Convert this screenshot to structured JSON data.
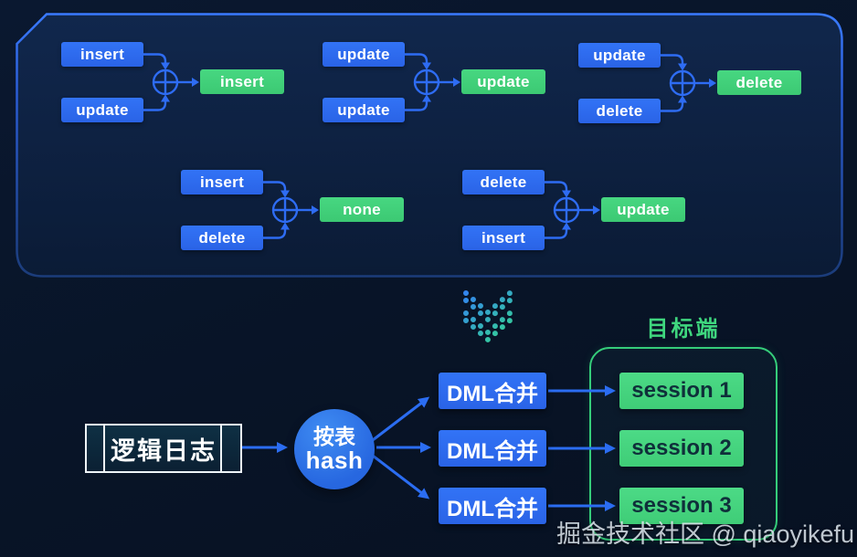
{
  "panel": {
    "merge_rules": [
      {
        "top": "insert",
        "bottom": "update",
        "result": "insert"
      },
      {
        "top": "update",
        "bottom": "update",
        "result": "update"
      },
      {
        "top": "update",
        "bottom": "delete",
        "result": "delete"
      },
      {
        "top": "insert",
        "bottom": "delete",
        "result": "none"
      },
      {
        "top": "delete",
        "bottom": "insert",
        "result": "update"
      }
    ]
  },
  "flow": {
    "source": "逻辑日志",
    "hash_node": {
      "line1": "按表",
      "line2": "hash"
    },
    "dml_nodes": [
      "DML合并",
      "DML合并",
      "DML合并"
    ],
    "target": {
      "title": "目标端",
      "sessions": [
        "session 1",
        "session 2",
        "session 3"
      ]
    }
  },
  "watermark": "掘金技术社区 @ qiaoyikefu",
  "colors": {
    "box_blue": "#2e6cf3",
    "box_green": "#41d17c",
    "arrow_blue": "#2b6df2",
    "panel_border_blue": "#2f6df5",
    "target_border_green": "#35cd7a",
    "title_green": "#3fd67e",
    "session_text": "#0f2f3a",
    "background": "#081427"
  }
}
